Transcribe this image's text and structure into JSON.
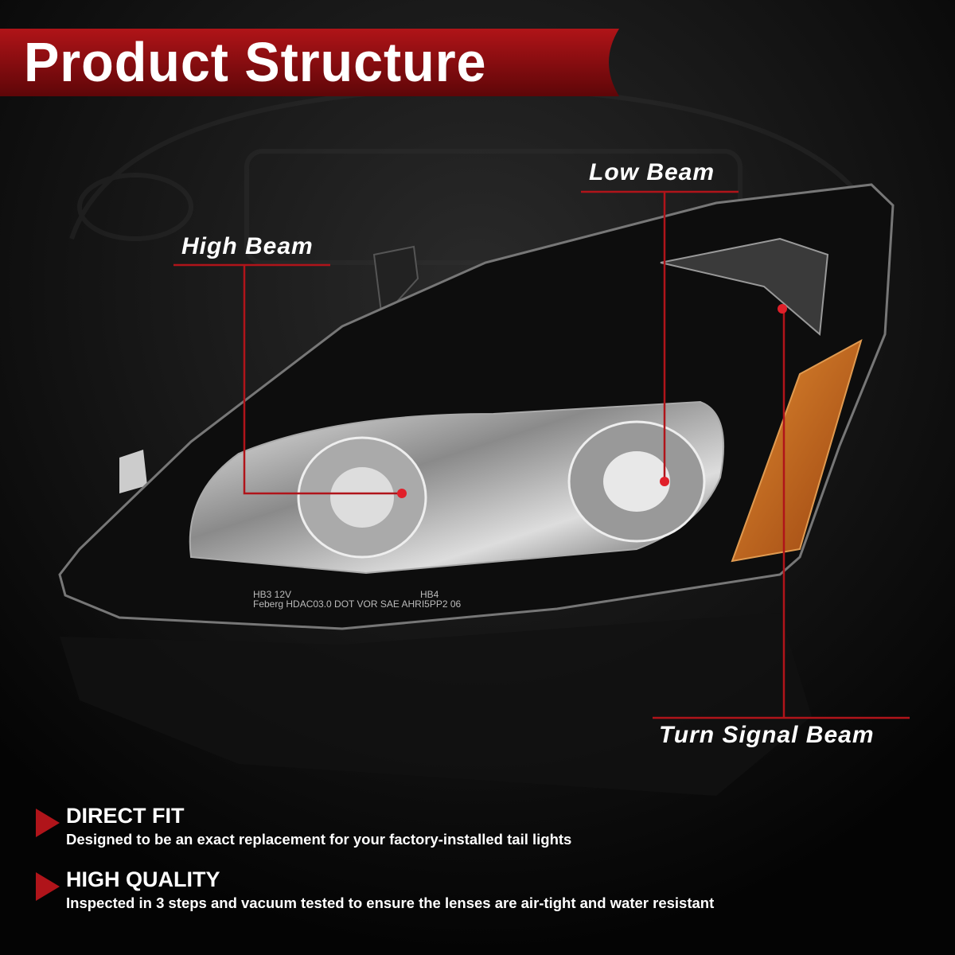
{
  "header": {
    "title": "Product Structure"
  },
  "callouts": {
    "high_beam": "High Beam",
    "low_beam": "Low Beam",
    "turn_signal": "Turn Signal Beam"
  },
  "lens_markings": {
    "line1_left": "HB3 12V",
    "line1_right": "HB4",
    "line2": "Feberg HDAC03.0 DOT VOR SAE AHRI5PP2 06"
  },
  "features": [
    {
      "title": "DIRECT FIT",
      "description": "Designed to be an exact replacement for your factory-installed tail lights"
    },
    {
      "title": "HIGH QUALITY",
      "description": "Inspected in 3 steps and vacuum tested to ensure the lenses are air-tight and water resistant"
    }
  ],
  "colors": {
    "accent_red": "#b0141a",
    "callout_dot": "#e0202a",
    "amber": "#c8641a"
  }
}
